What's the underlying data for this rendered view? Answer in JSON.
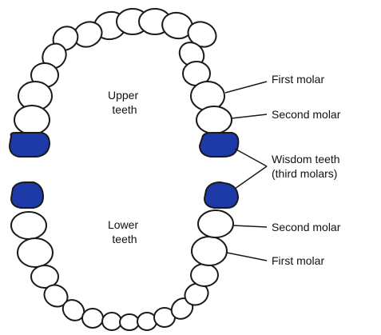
{
  "arch_labels": {
    "upper": [
      "Upper",
      "teeth"
    ],
    "lower": [
      "Lower",
      "teeth"
    ]
  },
  "callouts": {
    "upper_first_molar": [
      "First molar"
    ],
    "upper_second_molar": [
      "Second molar"
    ],
    "wisdom_teeth": [
      "Wisdom teeth",
      "(third molars)"
    ],
    "lower_second_molar": [
      "Second molar"
    ],
    "lower_first_molar": [
      "First molar"
    ]
  },
  "colors": {
    "wisdom_fill": "#1e3aa8",
    "tooth_fill": "#ffffff",
    "outline": "#1a1a1a",
    "leader_line": "#1a1a1a"
  }
}
